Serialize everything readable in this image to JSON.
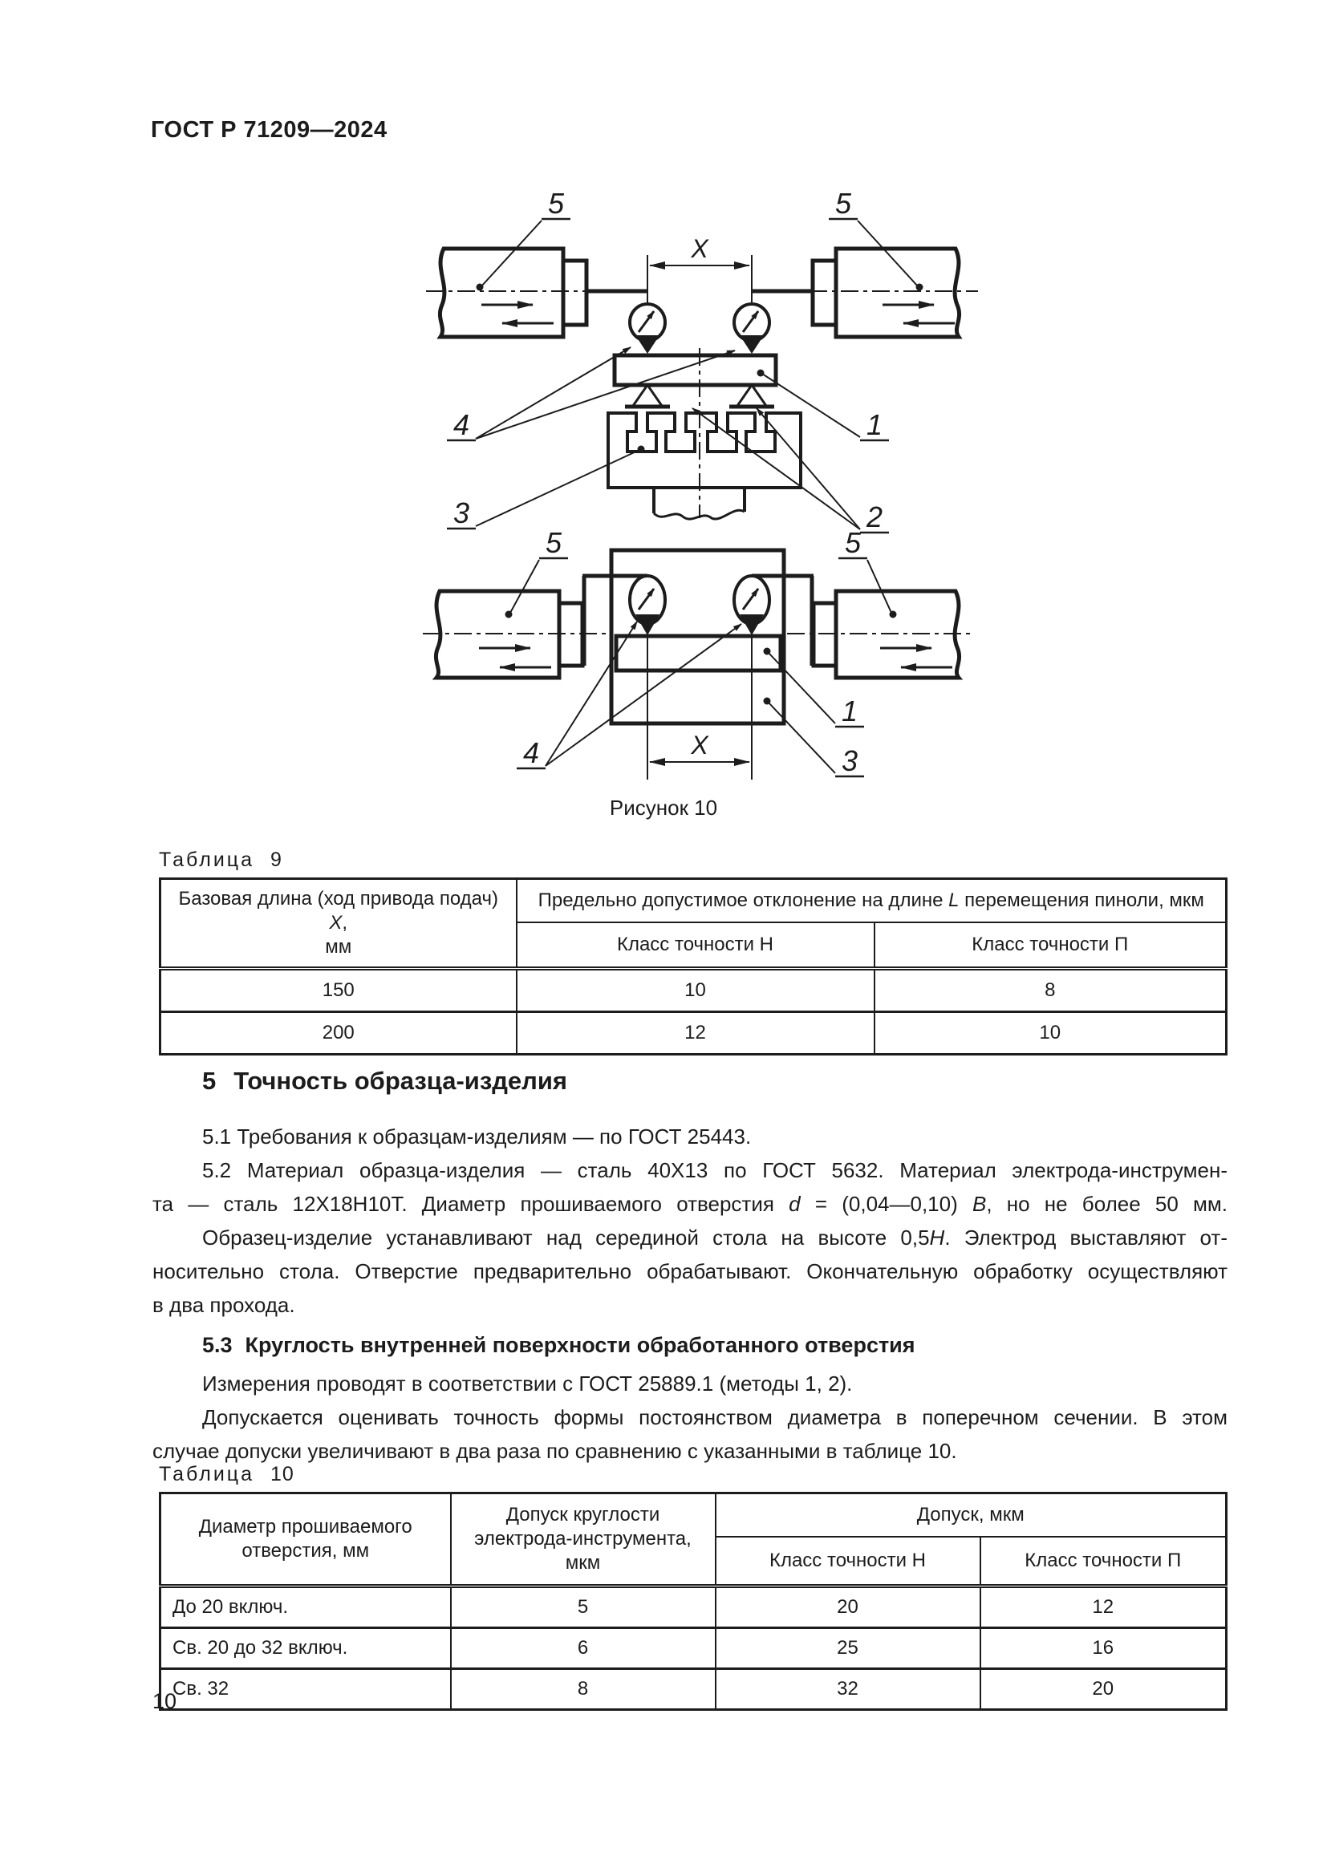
{
  "doc": {
    "code": "ГОСТ Р 71209—2024",
    "page_number": "10"
  },
  "figure": {
    "caption": "Рисунок 10",
    "x_dim": "X",
    "labels": {
      "spindle": "5",
      "indicator": "4",
      "workpiece": "1",
      "table": "3",
      "support": "2"
    }
  },
  "table9": {
    "label": "Таблица",
    "number": "9",
    "col1": {
      "pre": "Базовая длина (ход привода подач) ",
      "it": "X",
      "post": ",",
      "line2": "мм"
    },
    "span_header": {
      "pre": "Предельно допустимое отклонение на длине ",
      "it": "L",
      "post": " перемещения пиноли, мкм"
    },
    "sub1": "Класс точности Н",
    "sub2": "Класс точности П",
    "rows": [
      [
        "150",
        "10",
        "8"
      ],
      [
        "200",
        "12",
        "10"
      ]
    ]
  },
  "section5": {
    "number": "5",
    "title": "Точность образца-изделия",
    "p51": "5.1 Требования к образцам-изделиям — по ГОСТ 25443.",
    "p52": {
      "l1": "5.2 Материал образца-изделия — сталь 40Х13 по ГОСТ 5632. Материал электрода-инструмен-",
      "l2pre": "та — сталь 12Х18Н10Т. Диаметр прошиваемого отверстия ",
      "l2i1": "d",
      "l2mid": " = (0,04—0,10) ",
      "l2i2": "В",
      "l2post": ", но не более 50 мм."
    },
    "p53": {
      "l1pre": "Образец-изделие устанавливают над серединой стола на высоте 0,5",
      "l1i": "Н",
      "l1post": ". Электрод выставляют от-",
      "l2": "носительно стола. Отверстие предварительно обрабатывают. Окончательную обработку осуществляют",
      "l3": "в два прохода."
    },
    "h53num": "5.3",
    "h53title": "Круглость внутренней поверхности обработанного отверстия",
    "pIzm": "Измерения проводят в соответствии с ГОСТ 25889.1 (методы 1, 2).",
    "pDop": {
      "l1": "Допускается оценивать точность формы постоянством диаметра в поперечном сечении. В этом",
      "l2": "случае допуски увеличивают в два раза по сравнению с указанными в таблице 10."
    }
  },
  "table10": {
    "label": "Таблица",
    "number": "10",
    "h1": "Диаметр прошиваемого отверстия, мм",
    "h2": "Допуск круглости электрода-инструмента, мкм",
    "h3": "Допуск, мкм",
    "sub1": "Класс точности Н",
    "sub2": "Класс точности П",
    "rows": [
      [
        "До 20 включ.",
        "5",
        "20",
        "12"
      ],
      [
        "Св. 20 до 32 включ.",
        "6",
        "25",
        "16"
      ],
      [
        "Св. 32",
        "8",
        "32",
        "20"
      ]
    ]
  }
}
